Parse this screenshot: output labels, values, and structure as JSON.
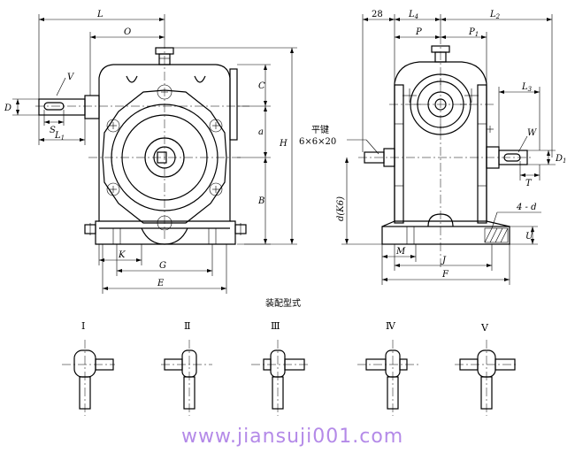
{
  "front_view": {
    "dims": {
      "L": "L",
      "O": "O",
      "V": "V",
      "D": "D",
      "S": "S",
      "L1": "L",
      "L1_sub": "1",
      "C": "C",
      "a": "a",
      "H": "H",
      "B": "B",
      "K": "K",
      "G": "G",
      "E": "E"
    }
  },
  "side_view": {
    "dims": {
      "n28": "28",
      "L4": "L",
      "L4_sub": "4",
      "L2": "L",
      "L2_sub": "2",
      "P": "P",
      "P1": "P",
      "P1_sub": "1",
      "L3": "L",
      "L3_sub": "3",
      "W": "W",
      "D1": "D",
      "D1_sub": "1",
      "T": "T",
      "dK6": "d(K6)",
      "n4d": "4 - d",
      "U": "U",
      "M": "M",
      "J": "J",
      "F": "F"
    },
    "key_label": "平键",
    "key_size": "6×6×20"
  },
  "assembly": {
    "title": "装配型式",
    "types": [
      "Ⅰ",
      "Ⅱ",
      "Ⅲ",
      "Ⅳ",
      "Ⅴ"
    ]
  },
  "watermark": "www.jiansuji001.com"
}
